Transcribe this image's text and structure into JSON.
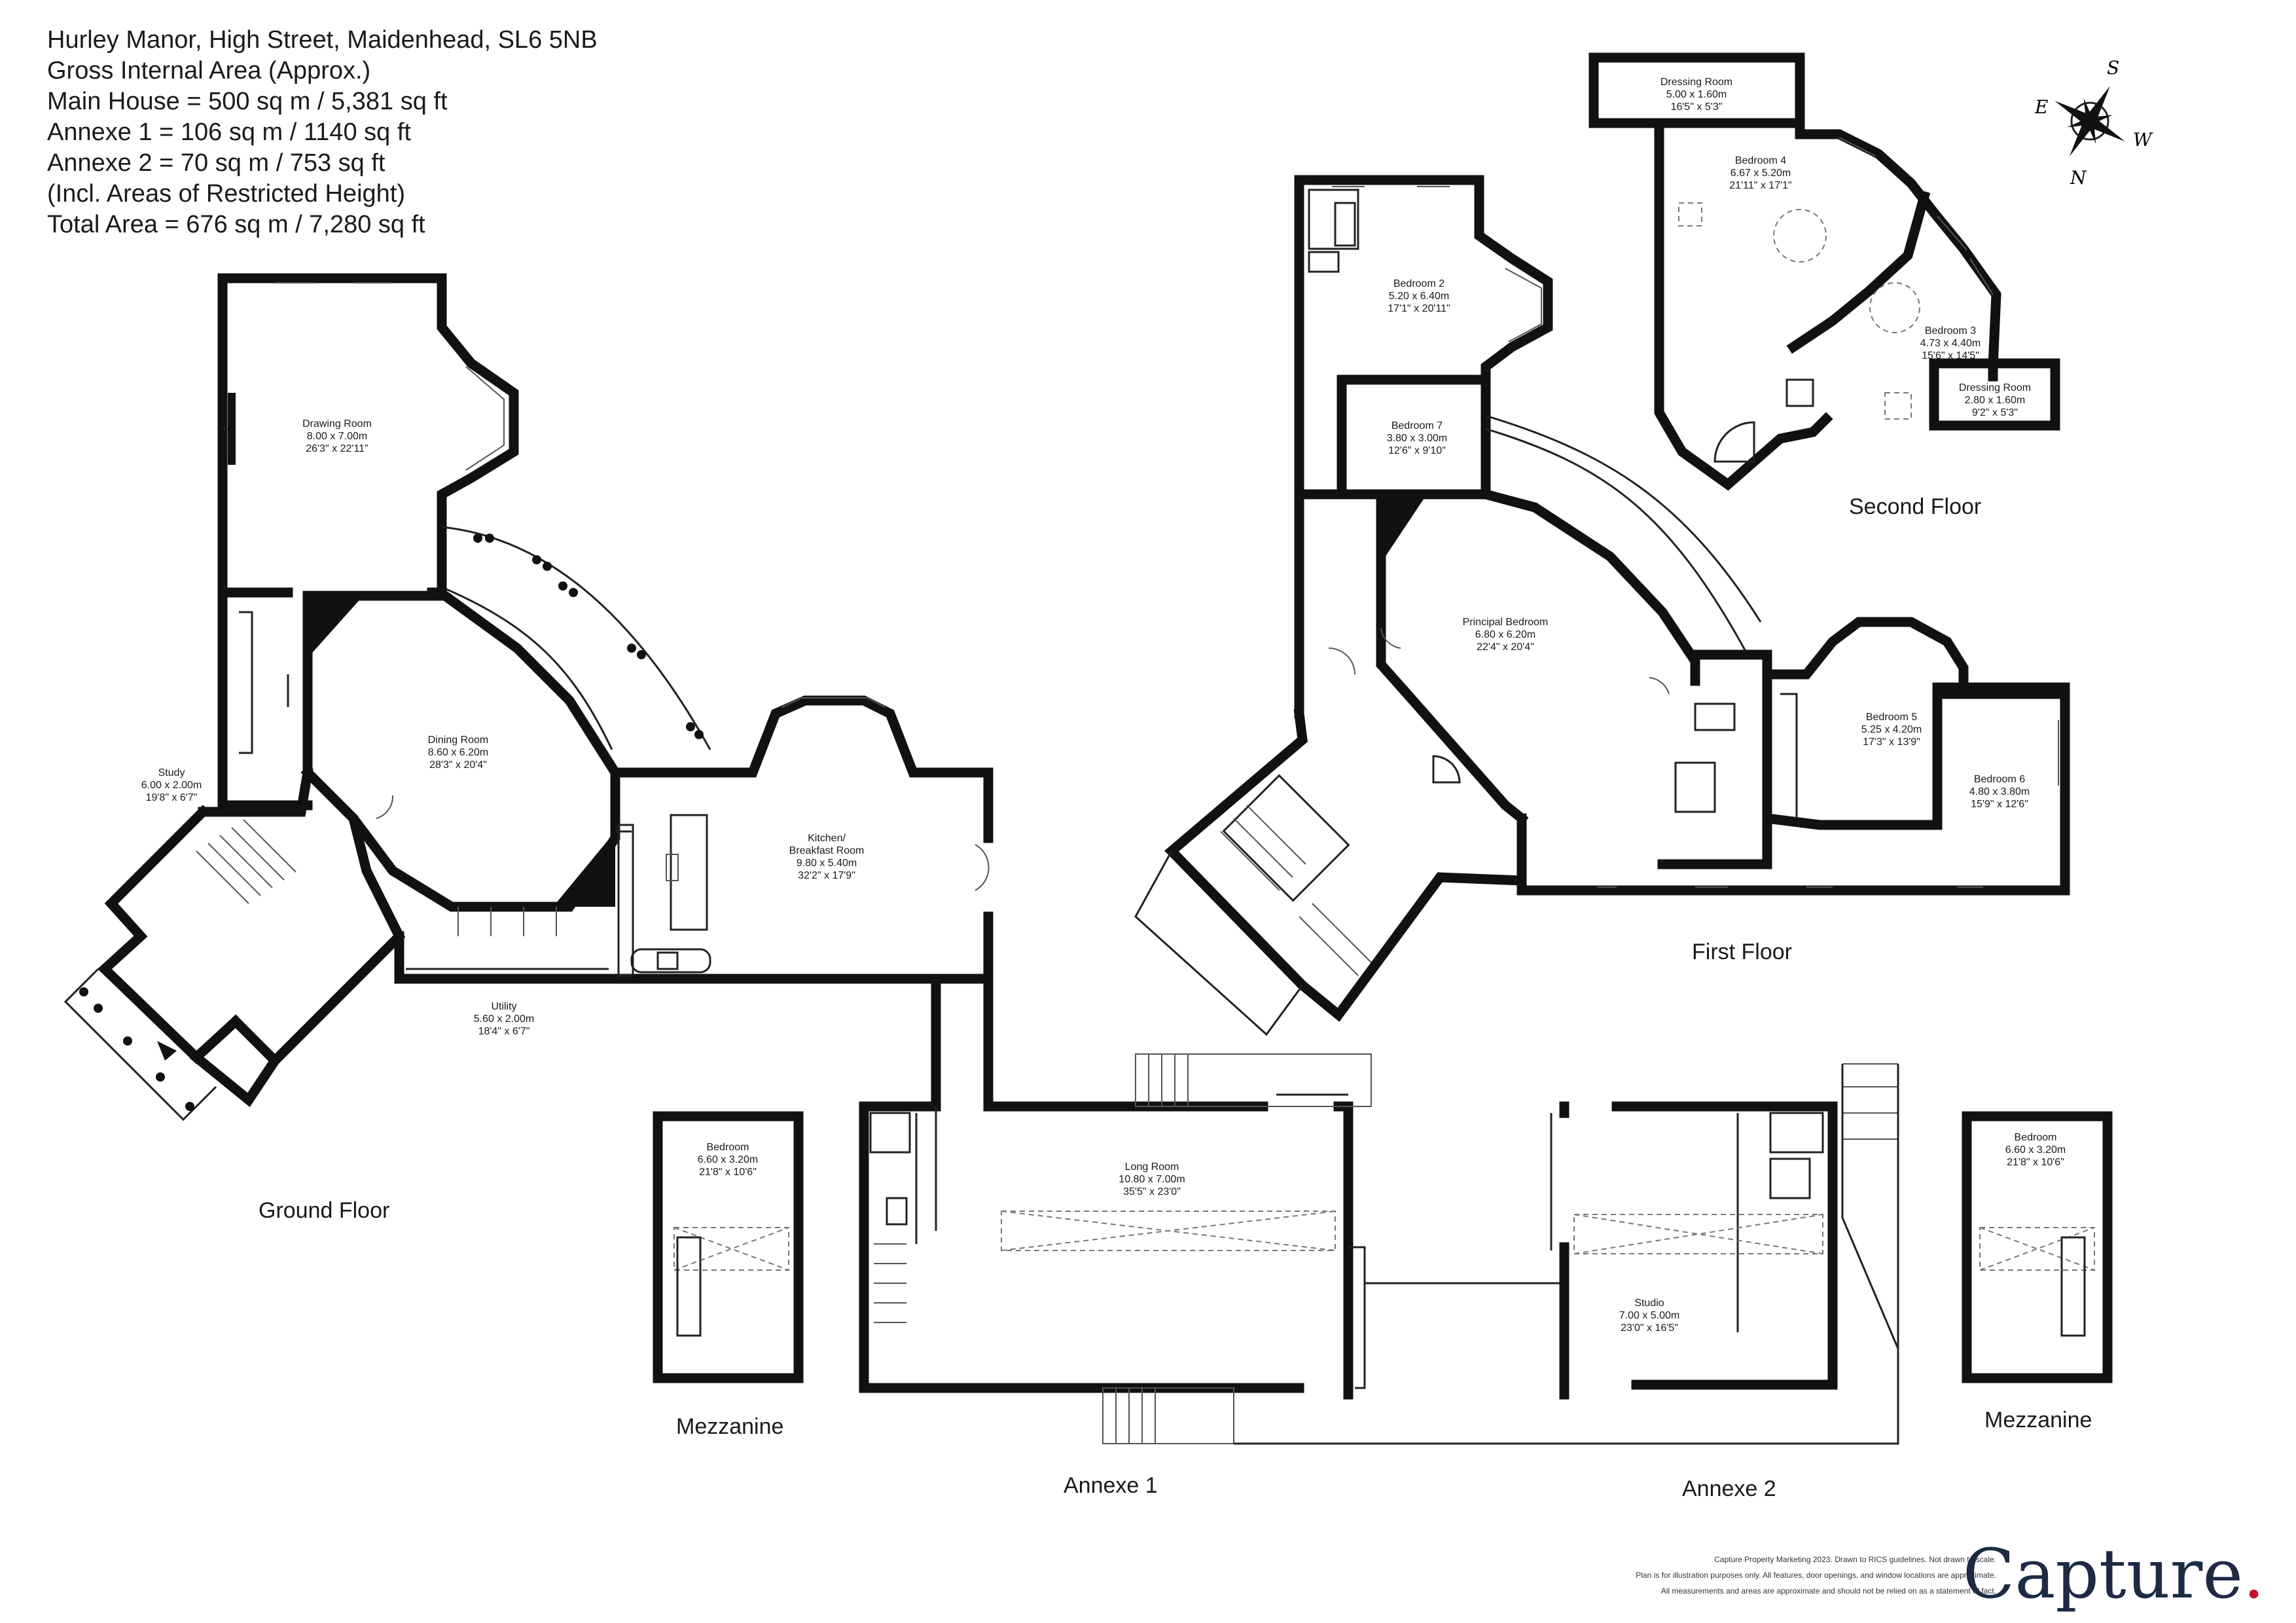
{
  "header": {
    "lines": [
      "Hurley Manor, High Street, Maidenhead, SL6 5NB",
      "Gross Internal Area (Approx.)",
      "Main House = 500 sq m / 5,381 sq ft",
      "Annexe 1 = 106 sq m / 1140 sq ft",
      "Annexe 2 = 70 sq m / 753 sq ft",
      "(Incl. Areas of Restricted Height)",
      "Total Area = 676 sq m / 7,280 sq ft"
    ]
  },
  "floors": {
    "ground": "Ground Floor",
    "first": "First Floor",
    "second": "Second Floor",
    "mezzanine_left": "Mezzanine",
    "mezzanine_right": "Mezzanine",
    "annexe1": "Annexe 1",
    "annexe2": "Annexe 2"
  },
  "rooms": {
    "drawing": {
      "name": "Drawing Room",
      "metric": "8.00 x 7.00m",
      "imperial": "26'3\" x 22'11\""
    },
    "dining": {
      "name": "Dining Room",
      "metric": "8.60 x 6.20m",
      "imperial": "28'3\" x 20'4\""
    },
    "study": {
      "name": "Study",
      "metric": "6.00 x 2.00m",
      "imperial": "19'8\" x 6'7\""
    },
    "kitchen": {
      "name1": "Kitchen/",
      "name2": "Breakfast Room",
      "metric": "9.80 x 5.40m",
      "imperial": "32'2\" x 17'9\""
    },
    "utility": {
      "name": "Utility",
      "metric": "5.60 x 2.00m",
      "imperial": "18'4\" x 6'7\""
    },
    "bedroom2": {
      "name": "Bedroom 2",
      "metric": "5.20 x 6.40m",
      "imperial": "17'1\" x 20'11\""
    },
    "bedroom7": {
      "name": "Bedroom 7",
      "metric": "3.80 x 3.00m",
      "imperial": "12'6\" x 9'10\""
    },
    "principal": {
      "name": "Principal Bedroom",
      "metric": "6.80 x 6.20m",
      "imperial": "22'4\" x 20'4\""
    },
    "bedroom5": {
      "name": "Bedroom 5",
      "metric": "5.25 x 4.20m",
      "imperial": "17'3\" x 13'9\""
    },
    "bedroom6": {
      "name": "Bedroom 6",
      "metric": "4.80 x 3.80m",
      "imperial": "15'9\" x 12'6\""
    },
    "dressing1": {
      "name": "Dressing Room",
      "metric": "5.00 x 1.60m",
      "imperial": "16'5\" x 5'3\""
    },
    "bedroom4": {
      "name": "Bedroom 4",
      "metric": "6.67 x 5.20m",
      "imperial": "21'11\" x 17'1\""
    },
    "bedroom3": {
      "name": "Bedroom 3",
      "metric": "4.73 x 4.40m",
      "imperial": "15'6\" x 14'5\""
    },
    "dressing2": {
      "name": "Dressing Room",
      "metric": "2.80 x 1.60m",
      "imperial": "9'2\" x 5'3\""
    },
    "mezz_left": {
      "name": "Bedroom",
      "metric": "6.60 x 3.20m",
      "imperial": "21'8\" x 10'6\""
    },
    "long_room": {
      "name": "Long Room",
      "metric": "10.80 x 7.00m",
      "imperial": "35'5\" x 23'0\""
    },
    "studio": {
      "name": "Studio",
      "metric": "7.00 x 5.00m",
      "imperial": "23'0\" x 16'5\""
    },
    "mezz_right": {
      "name": "Bedroom",
      "metric": "6.60 x 3.20m",
      "imperial": "21'8\" x 10'6\""
    }
  },
  "compass": {
    "s": "S",
    "e": "E",
    "w": "W",
    "n": "N"
  },
  "footer": {
    "line1": "Capture Property Marketing 2023. Drawn to RICS guidelines.  Not drawn to scale.",
    "line2": "Plan is for illustration purposes only. All features, door openings, and window locations are approximate.",
    "line3": "All measurements and areas are approximate and should not be relied on as a statement of fact.",
    "logo": "Capture.",
    "logo_color": "#1d2a44",
    "dot_color": "#c8102e"
  }
}
